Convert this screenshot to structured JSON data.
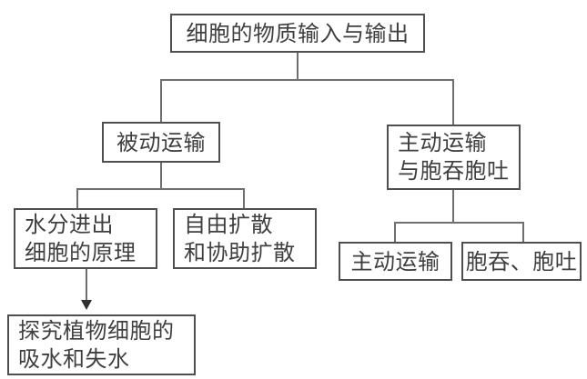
{
  "diagram": {
    "type": "flowchart",
    "background": "#ffffff",
    "colors": {
      "box_border": "#4f4f4f",
      "connector": "#6f6f6f",
      "text": "#3f3f3f"
    },
    "nodes": {
      "root": {
        "label": "细胞的物质输入与输出"
      },
      "passive_transport": {
        "label": "被动运输"
      },
      "active_and_bulk": {
        "lines": [
          "主动运输",
          "与胞吞胞吐"
        ]
      },
      "water_principle": {
        "lines": [
          "水分进出",
          "细胞的原理"
        ]
      },
      "diffusion": {
        "lines": [
          "自由扩散",
          "和协助扩散"
        ]
      },
      "active_transport": {
        "label": "主动运输"
      },
      "endocytosis_exocytosis": {
        "label": "胞吞、胞吐"
      },
      "experiment": {
        "lines": [
          "探究植物细胞的",
          "吸水和失水"
        ]
      }
    }
  }
}
